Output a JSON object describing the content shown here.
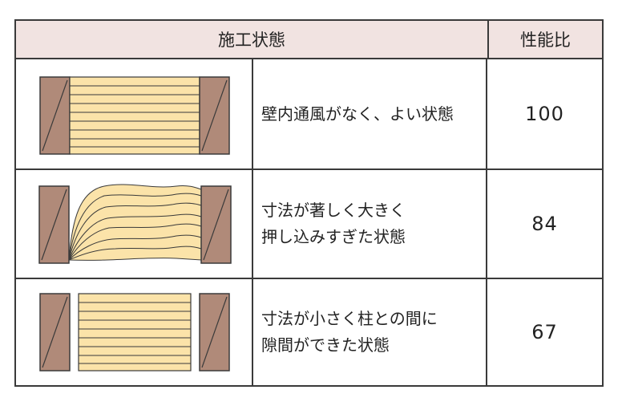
{
  "table": {
    "header": {
      "condition": "施工状態",
      "performance": "性能比"
    },
    "rows": [
      {
        "line1": "壁内通風がなく、よい状態",
        "line2": "",
        "value": "100"
      },
      {
        "line1": "寸法が著しく大きく",
        "line2": "押し込みすぎた状態",
        "value": "84"
      },
      {
        "line1": "寸法が小さく柱との間に",
        "line2": "隙間ができた状態",
        "value": "67"
      }
    ]
  },
  "colors": {
    "header_bg": "#f1e3e1",
    "stud": "#b08a79",
    "insulation": "#fbe3a9",
    "border": "#3a3a3a"
  }
}
